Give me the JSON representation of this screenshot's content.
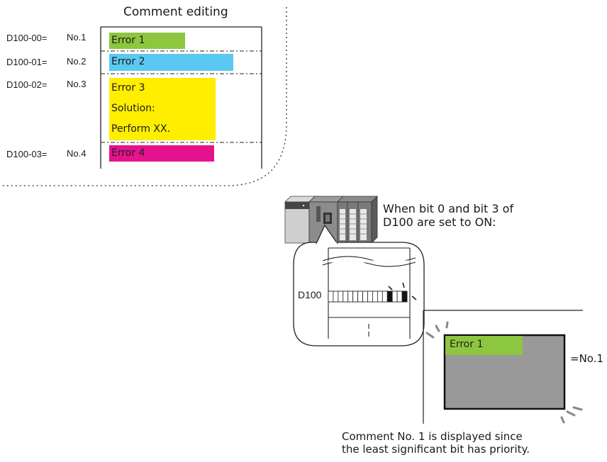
{
  "comment_editing": {
    "title": "Comment editing",
    "rows": [
      {
        "address": "D100-00=",
        "number": "No.1",
        "lines": [
          "Error 1"
        ],
        "color": "#8dc63f"
      },
      {
        "address": "D100-01=",
        "number": "No.2",
        "lines": [
          "Error 2"
        ],
        "color": "#5bc8f2"
      },
      {
        "address": "D100-02=",
        "number": "No.3",
        "lines": [
          "Error 3",
          "Solution:",
          "Perform XX."
        ],
        "color": "#ffee00"
      },
      {
        "address": "D100-03=",
        "number": "No.4",
        "lines": [
          "Error 4"
        ],
        "color": "#e6118c"
      }
    ]
  },
  "plc": {
    "caption_line1": "When bit 0 and bit 3 of",
    "caption_line2": "D100 are set to ON:",
    "register_label": "D100"
  },
  "display": {
    "comment_text": "Error 1",
    "comment_color": "#8dc63f",
    "screen_color": "#999999",
    "equals_label": "=No.1",
    "note_line1": "Comment No. 1 is displayed since",
    "note_line2": "the least significant bit has priority."
  }
}
